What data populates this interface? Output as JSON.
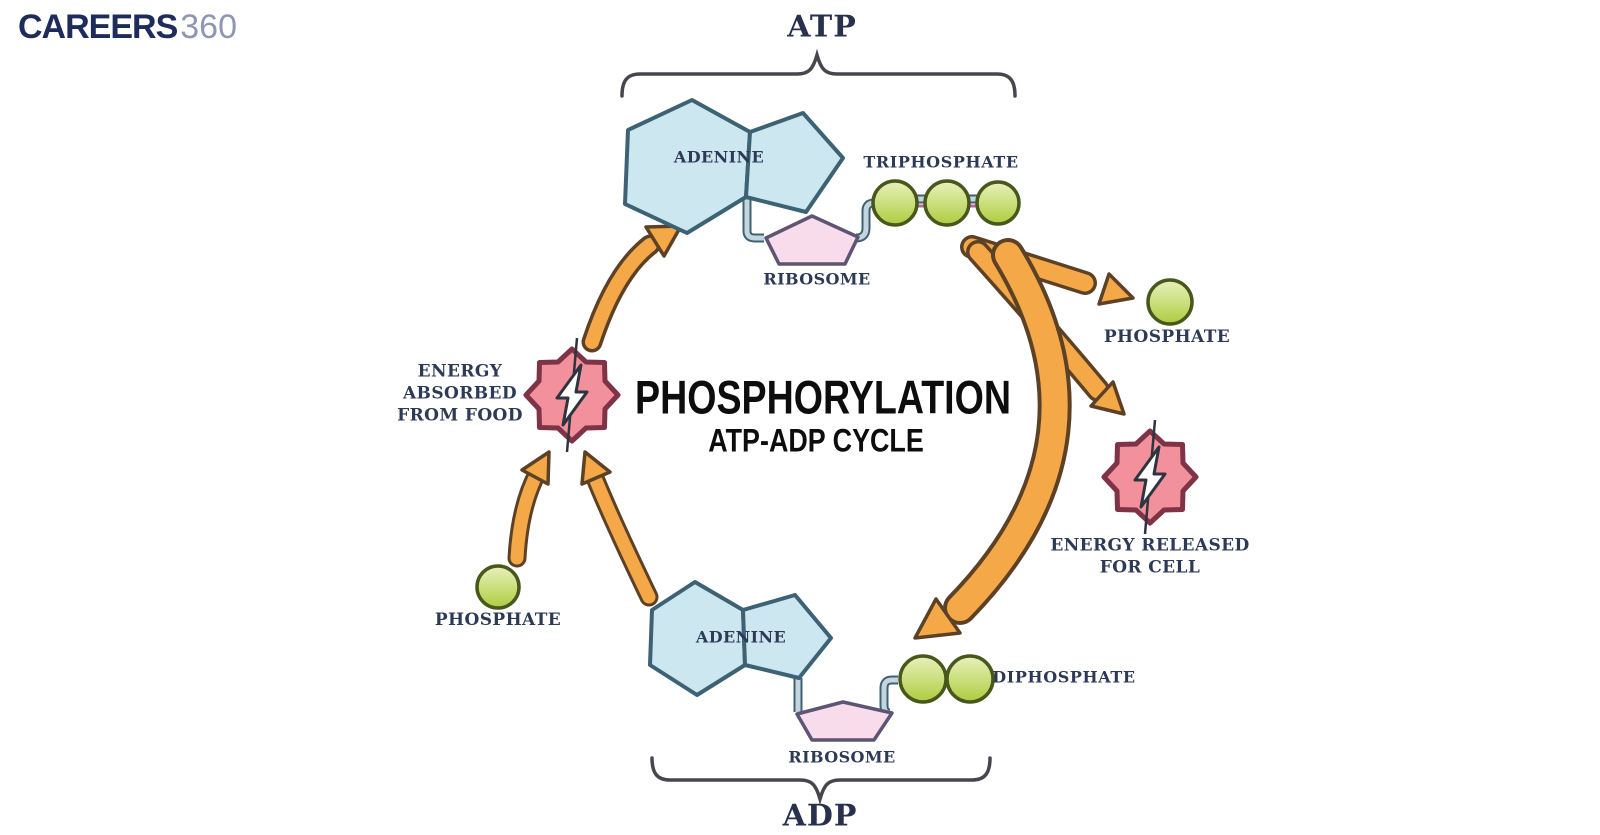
{
  "logo": {
    "brand": "CAREERS",
    "brand_suffix": "360"
  },
  "title": {
    "main": "PHOSPHORYLATION",
    "subtitle": "ATP-ADP CYCLE"
  },
  "atp_molecule": {
    "bracket_label": "ATP",
    "adenine_label": "ADENINE",
    "ribosome_label": "RIBOSOME",
    "phosphate_chain_label": "TRIPHOSPHATE"
  },
  "adp_molecule": {
    "bracket_label": "ADP",
    "adenine_label": "ADENINE",
    "ribosome_label": "RIBOSOME",
    "phosphate_chain_label": "DIPHOSPHATE"
  },
  "left_side": {
    "energy_line1": "ENERGY",
    "energy_line2": "ABSORBED",
    "energy_line3": "FROM FOOD",
    "phosphate_label": "PHOSPHATE"
  },
  "right_side": {
    "phosphate_label": "PHOSPHATE",
    "energy_line1": "ENERGY RELEASED",
    "energy_line2": "FOR CELL"
  },
  "colors": {
    "arrow_orange": "#f5a847",
    "arrow_outline": "#5d4126",
    "adenine_fill": "#cde7f1",
    "adenine_outline": "#3c6273",
    "ribosome_fill": "#f8dcec",
    "ribosome_outline": "#5d5573",
    "phosphate_green": "#bcd456",
    "phosphate_outline": "#48571b",
    "energy_burst_fill": "#f2919c",
    "energy_burst_outline": "#7e3347",
    "label_navy": "#2d3a56",
    "logo_navy": "#1e2c5c",
    "logo_360": "#8d97b4"
  }
}
